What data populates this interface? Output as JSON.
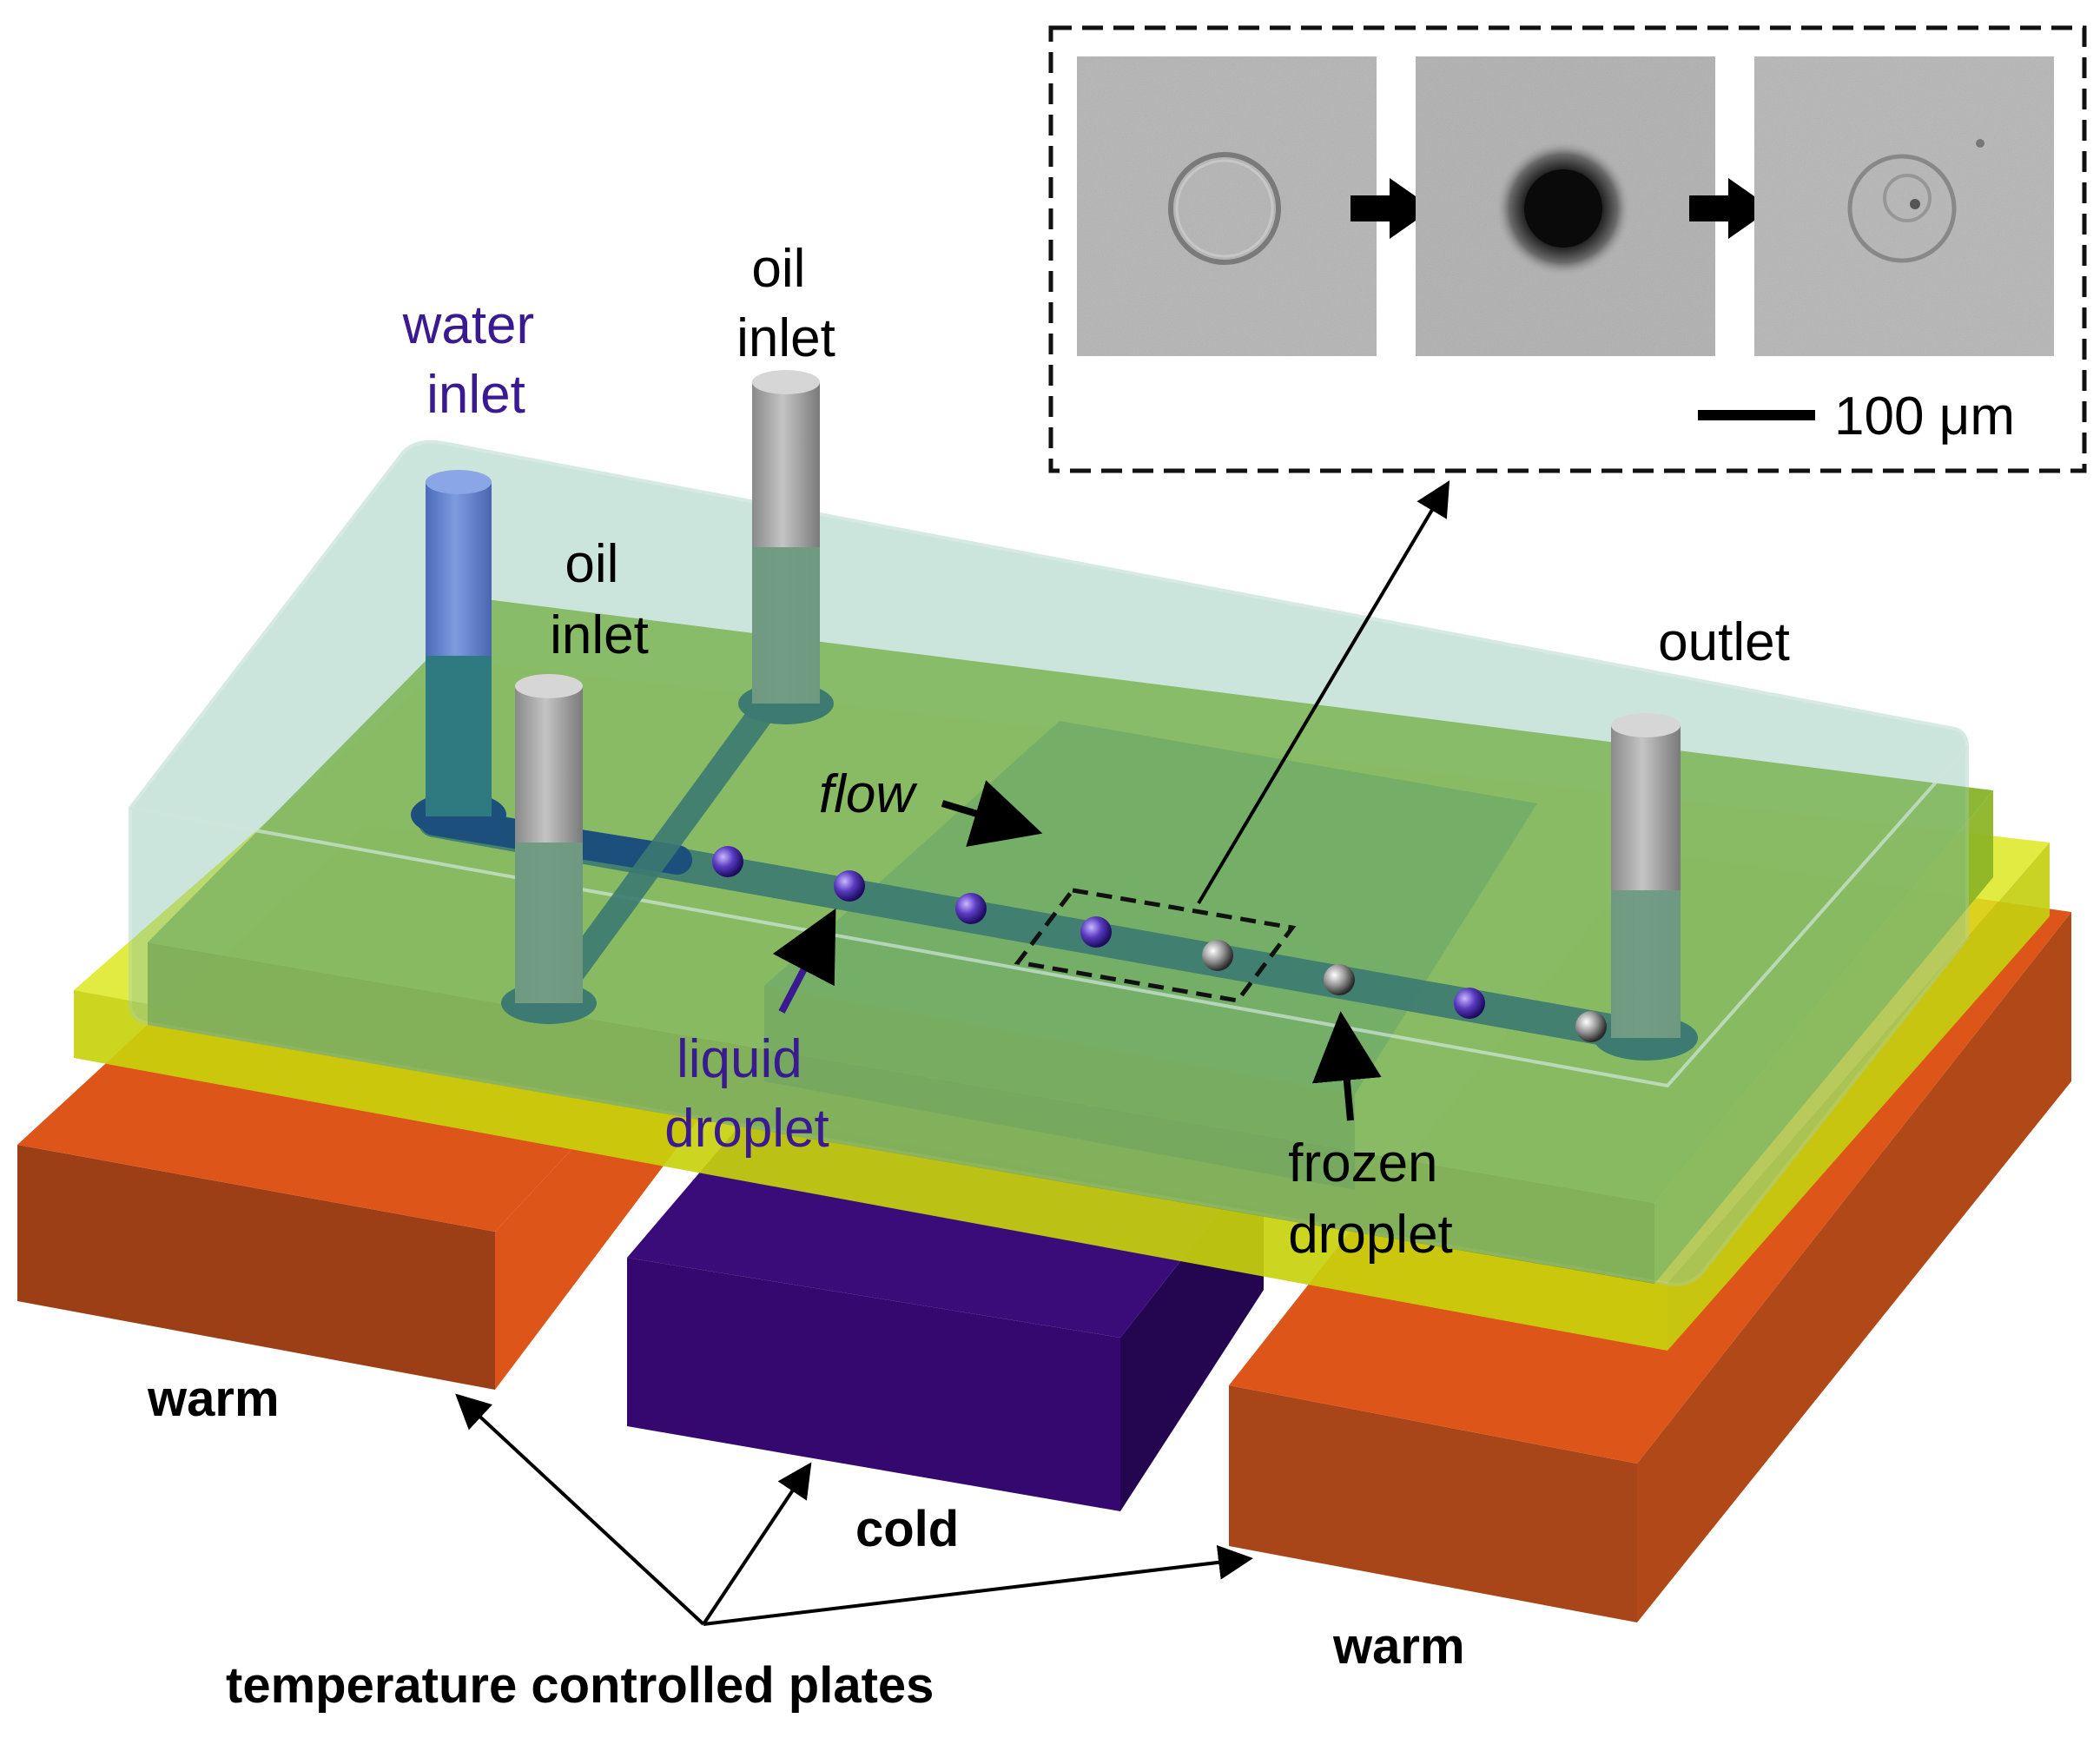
{
  "labels": {
    "water_inlet": [
      "water",
      "inlet"
    ],
    "oil_inlet_top": [
      "oil",
      "inlet"
    ],
    "oil_inlet_left": [
      "oil",
      "inlet"
    ],
    "outlet": "outlet",
    "flow": "flow",
    "liquid_droplet": [
      "liquid",
      "droplet"
    ],
    "frozen_droplet": [
      "frozen",
      "droplet"
    ],
    "warm_left": "warm",
    "warm_right": "warm",
    "cold": "cold",
    "plates": "temperature controlled plates",
    "scale_bar": "100 μm"
  },
  "colors": {
    "warm_plate": "#dd5518",
    "cold_plate": "#32096e",
    "chip_glass": "#a9c9b8",
    "yellow_layer": "#d7e50a",
    "green_chip": "#7aa81e",
    "water_tube": "#5a7bc4",
    "liquid_droplet": "#4a2fa0",
    "frozen_droplet": "#777777"
  },
  "inset": {
    "panels": [
      "liquid droplet image",
      "frozen droplet image",
      "thawed droplet image"
    ]
  }
}
